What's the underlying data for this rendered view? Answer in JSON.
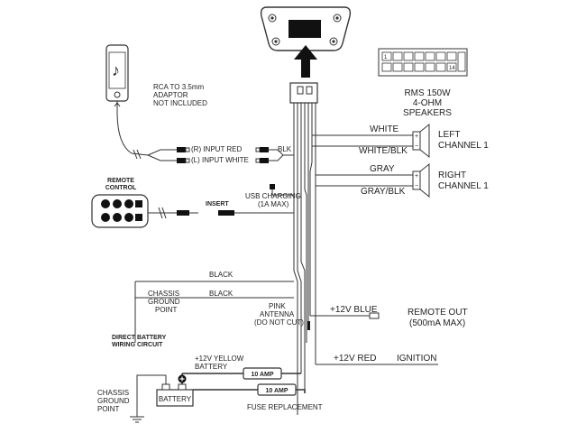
{
  "labels": {
    "rca_adaptor_1": "RCA TO 3.5mm",
    "rca_adaptor_2": "ADAPTOR",
    "rca_adaptor_3": "NOT INCLUDED",
    "input_red": "(R) INPUT RED",
    "input_white": "(L) INPUT WHITE",
    "blk": "BLK",
    "remote_control_1": "REMOTE",
    "remote_control_2": "CONTROL",
    "insert": "INSERT",
    "usb_charging_1": "USB CHARGING",
    "usb_charging_2": "(1A MAX)",
    "rms_1": "RMS 150W",
    "rms_2": "4-OHM",
    "rms_3": "SPEAKERS",
    "white": "WHITE",
    "white_blk": "WHITE/BLK",
    "gray": "GRAY",
    "gray_blk": "GRAY/BLK",
    "left_channel_1": "LEFT",
    "left_channel_2": "CHANNEL 1",
    "right_channel_1": "RIGHT",
    "right_channel_2": "CHANNEL 1",
    "black_1": "BLACK",
    "black_2": "BLACK",
    "chassis_ground_top_1": "CHASSIS",
    "chassis_ground_top_2": "GROUND",
    "chassis_ground_top_3": "POINT",
    "pink_antenna_1": "PINK",
    "pink_antenna_2": "ANTENNA",
    "pink_antenna_3": "(DO NOT CUT)",
    "blue_12v": "+12V BLUE",
    "remote_out_1": "REMOTE OUT",
    "remote_out_2": "(500mA MAX)",
    "direct_battery_1": "DIRECT BATTERY",
    "direct_battery_2": "WIRING CIRCUIT",
    "yellow_12v_1": "+12V YELLOW",
    "yellow_12v_2": "BATTERY",
    "red_12v": "+12V RED",
    "ignition": "IGNITION",
    "fuse_1": "10 AMP",
    "fuse_2": "10 AMP",
    "battery": "BATTERY",
    "chassis_ground_bottom_1": "CHASSIS",
    "chassis_ground_bottom_2": "GROUND",
    "chassis_ground_bottom_3": "POINT",
    "fuse_replacement": "FUSE REPLACEMENT",
    "pin_1": "1",
    "pin_14": "14",
    "plus_sign": "+",
    "minus_sign": "−"
  },
  "icons": {
    "music_note": "♪",
    "head_unit": "head-unit-icon",
    "phone": "smartphone-icon",
    "speaker": "speaker-icon",
    "ground": "ground-icon"
  }
}
